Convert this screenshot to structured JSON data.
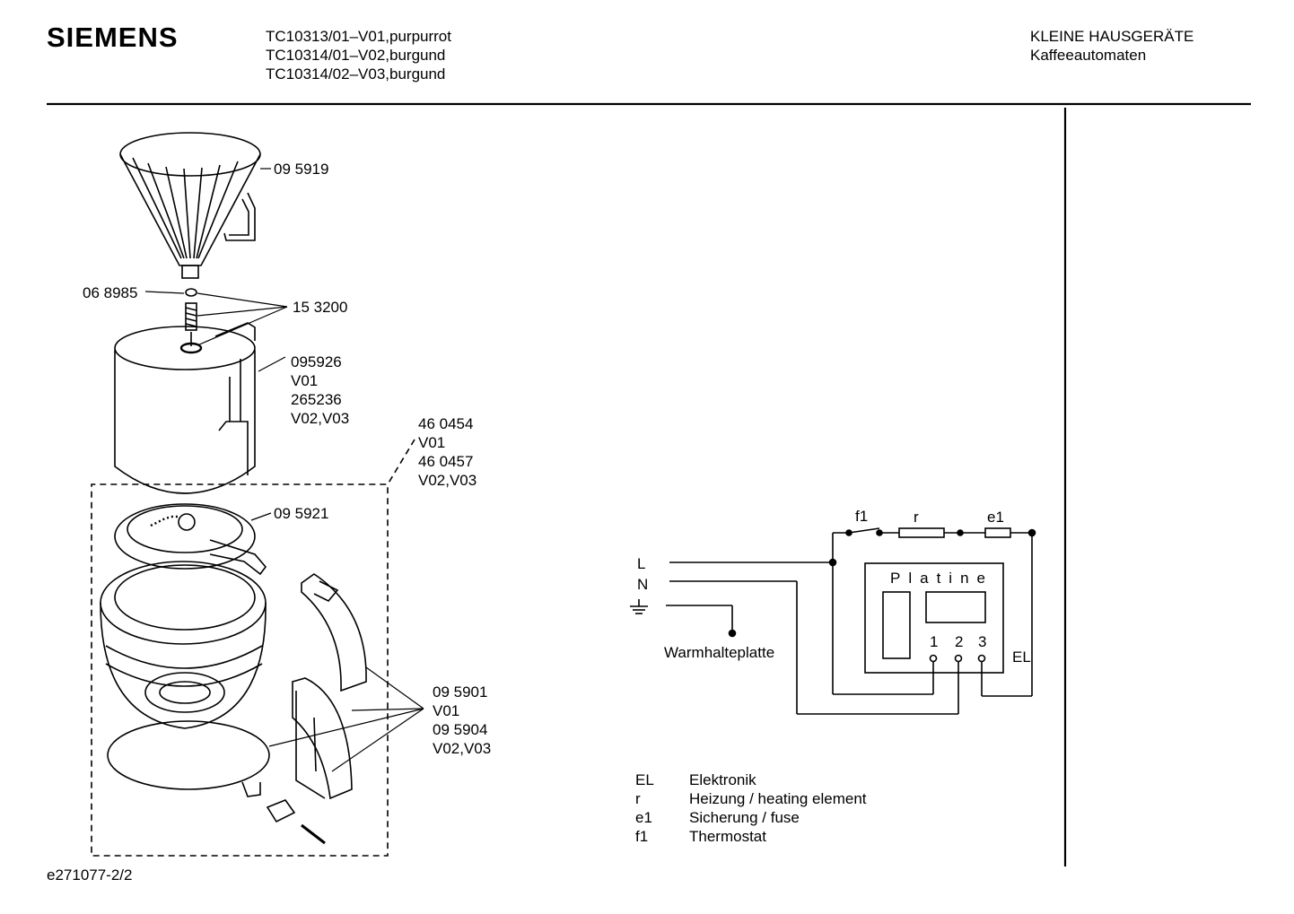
{
  "header": {
    "brand": "SIEMENS",
    "models": [
      "TC10313/01–V01,purpurrot",
      "TC10314/01–V02,burgund",
      "TC10314/02–V03,burgund"
    ],
    "category": "KLEINE HAUSGERÄTE",
    "subcategory": "Kaffeeautomaten"
  },
  "footer": {
    "doc_id": "e271077-2/2"
  },
  "parts": {
    "filter": "09 5919",
    "seal": "06 8985",
    "spring": "15 3200",
    "housing": [
      "095926",
      "V01",
      "265236",
      "V02,V03"
    ],
    "jug_set": [
      "46 0454",
      "V01",
      "46 0457",
      "V02,V03"
    ],
    "lid": "09 5921",
    "handle": [
      "09 5901",
      "V01",
      "09 5904",
      "V02,V03"
    ]
  },
  "circuit": {
    "terminals": {
      "L": "L",
      "N": "N"
    },
    "warming_plate": "Warmhalteplatte",
    "components": {
      "f1": "f1",
      "r": "r",
      "e1": "e1",
      "el": "EL"
    },
    "board": "Platine",
    "pins": [
      "1",
      "2",
      "3"
    ]
  },
  "legend": [
    {
      "code": "EL",
      "text": "Elektronik"
    },
    {
      "code": "r",
      "text": "Heizung / heating element"
    },
    {
      "code": "e1",
      "text": "Sicherung / fuse"
    },
    {
      "code": "f1",
      "text": "Thermostat"
    }
  ]
}
